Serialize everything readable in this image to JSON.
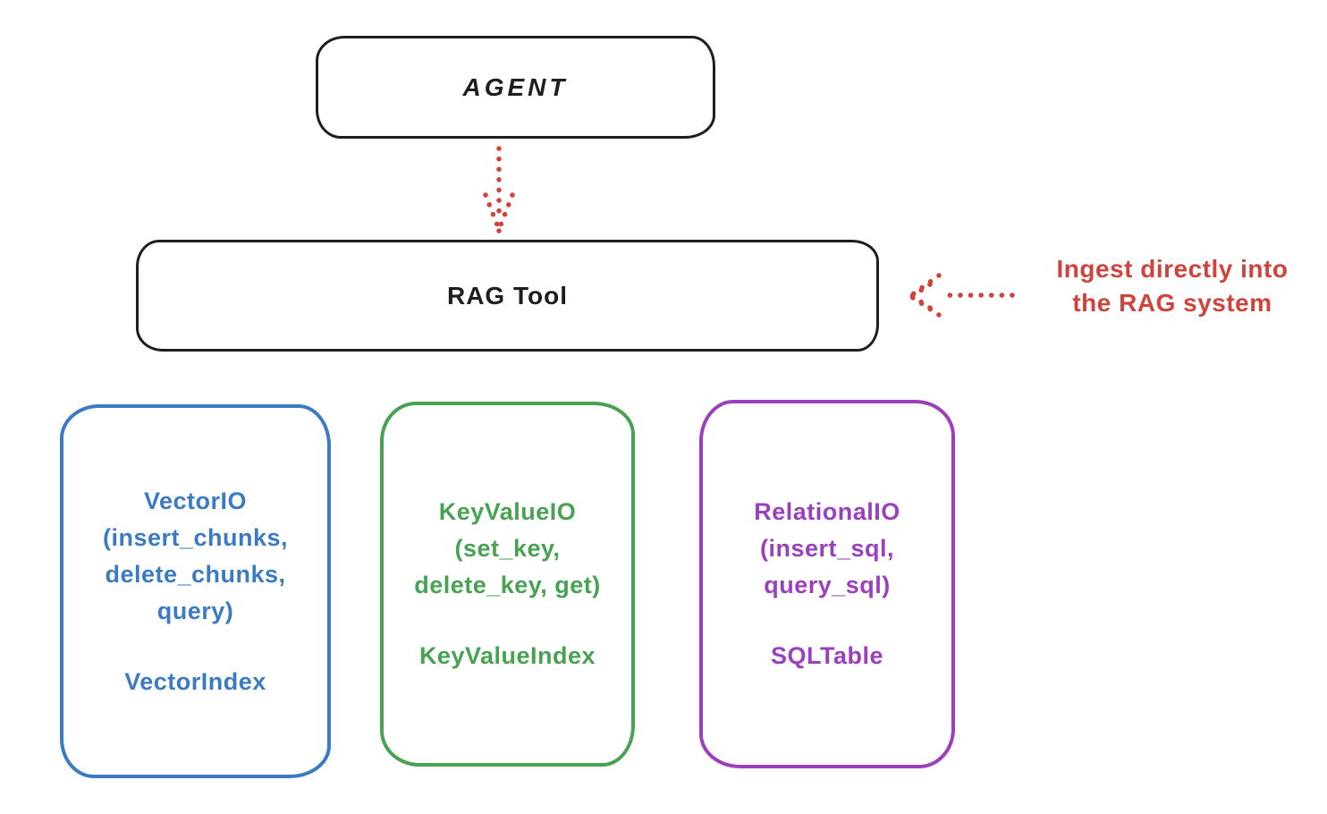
{
  "agent_box": {
    "label": "AGENT"
  },
  "rag_tool_box": {
    "label": "RAG Tool"
  },
  "ingest_annotation": {
    "line1": "Ingest directly into",
    "line2": "the RAG system"
  },
  "io_boxes": [
    {
      "name": "vector-io",
      "accent_color": "#3b7bc4",
      "lines": [
        "VectorIO",
        "(insert_chunks,",
        "delete_chunks,",
        "query)"
      ],
      "index_label": "VectorIndex"
    },
    {
      "name": "keyvalue-io",
      "accent_color": "#47a254",
      "lines": [
        "KeyValueIO",
        "(set_key,",
        "delete_key, get)"
      ],
      "index_label": "KeyValueIndex"
    },
    {
      "name": "relational-io",
      "accent_color": "#9c3fbd",
      "lines": [
        "RelationalIO",
        "(insert_sql,",
        "query_sql)"
      ],
      "index_label": "SQLTable"
    }
  ],
  "colors": {
    "ink": "#1e1e1e",
    "arrow_red": "#d0423c",
    "background": "#ffffff",
    "vector_blue": "#3b7bc4",
    "keyvalue_green": "#47a254",
    "relational_purple": "#9c3fbd"
  }
}
